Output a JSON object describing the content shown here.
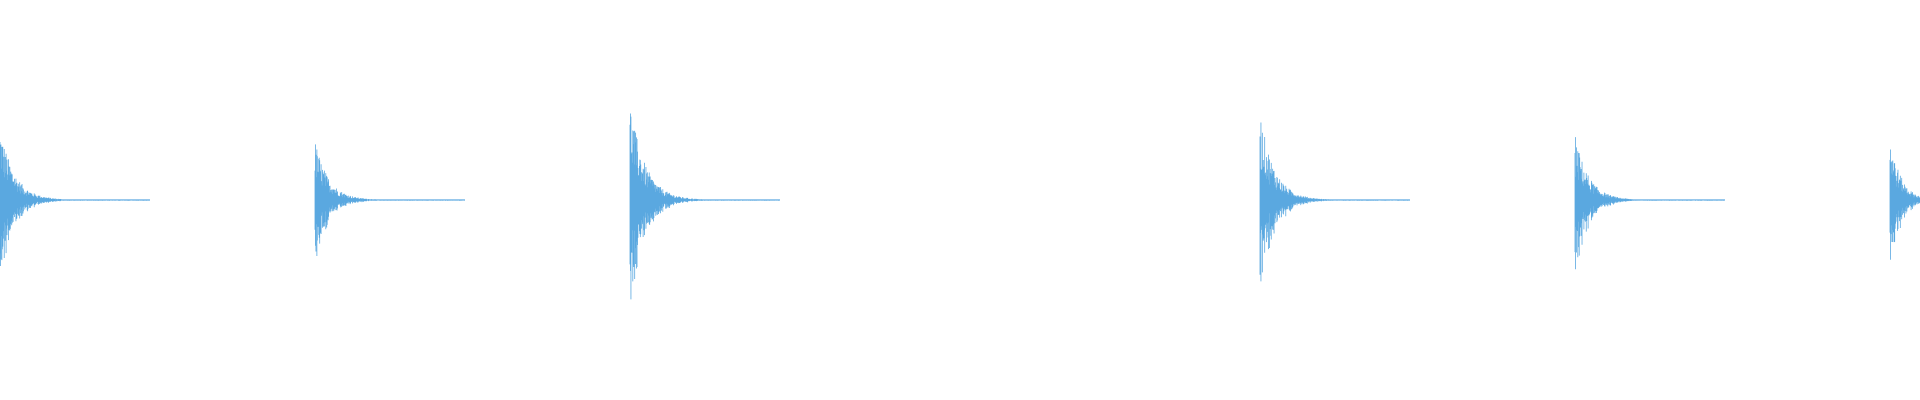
{
  "waveform": {
    "color": "#5aa8e0",
    "background": "#ffffff",
    "hits": [
      {
        "peak": 0.68,
        "decay": 0.55
      },
      {
        "peak": 0.55,
        "decay": 0.5
      },
      {
        "peak": 0.9,
        "decay": 0.6
      },
      {
        "peak": 0.0,
        "decay": 0.0
      },
      {
        "peak": 0.8,
        "decay": 0.55
      },
      {
        "peak": 0.6,
        "decay": 0.5
      },
      {
        "peak": 0.6,
        "decay": 0.2
      }
    ]
  }
}
